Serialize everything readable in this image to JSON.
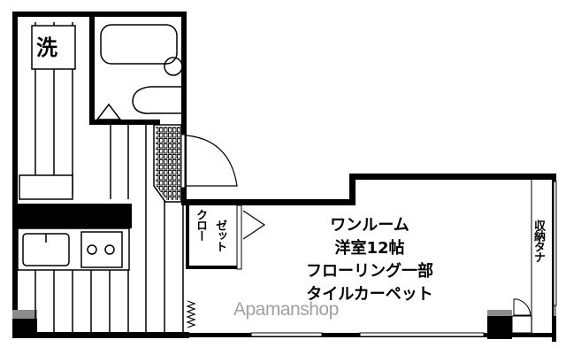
{
  "floorplan": {
    "type": "one-room apartment floor plan",
    "rooms": {
      "washer": {
        "label": "洗"
      },
      "closet": {
        "label_line1": "クロー",
        "label_line2": "ゼット"
      },
      "main_room": {
        "line1": "ワンルーム",
        "line2": "洋室12帖",
        "line3": "フローリング一部",
        "line4": "タイルカーペット"
      },
      "storage": {
        "label": "収納タナ"
      }
    },
    "watermark": "Apamanshop",
    "colors": {
      "wall": "#000000",
      "background": "#ffffff",
      "gray_wall": "#8c8c8c",
      "watermark": "#787878"
    }
  }
}
